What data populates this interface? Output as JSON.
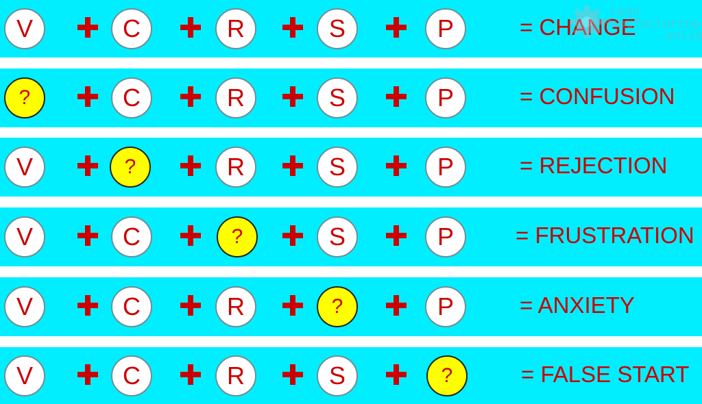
{
  "symbols": [
    "V",
    "C",
    "R",
    "S",
    "P"
  ],
  "missing_mark": "?",
  "operator": "+",
  "rows": [
    {
      "result": "= CHANGE",
      "missing_index": null
    },
    {
      "result": "= CONFUSION",
      "missing_index": 0
    },
    {
      "result": "= REJECTION",
      "missing_index": 1
    },
    {
      "result": "= FRUSTRATION",
      "missing_index": 2
    },
    {
      "result": "= ANXIETY",
      "missing_index": 3
    },
    {
      "result": "= FALSE START",
      "missing_index": 4
    }
  ],
  "watermark": {
    "line1": "Lean",
    "line2": "Manufacturing",
    "line3": ".online",
    "icon": "gear-icon"
  },
  "colors": {
    "band": "#00eeff",
    "text": "#cc0000",
    "missing_fill": "#ffff00",
    "circle_fill": "#ffffff"
  }
}
